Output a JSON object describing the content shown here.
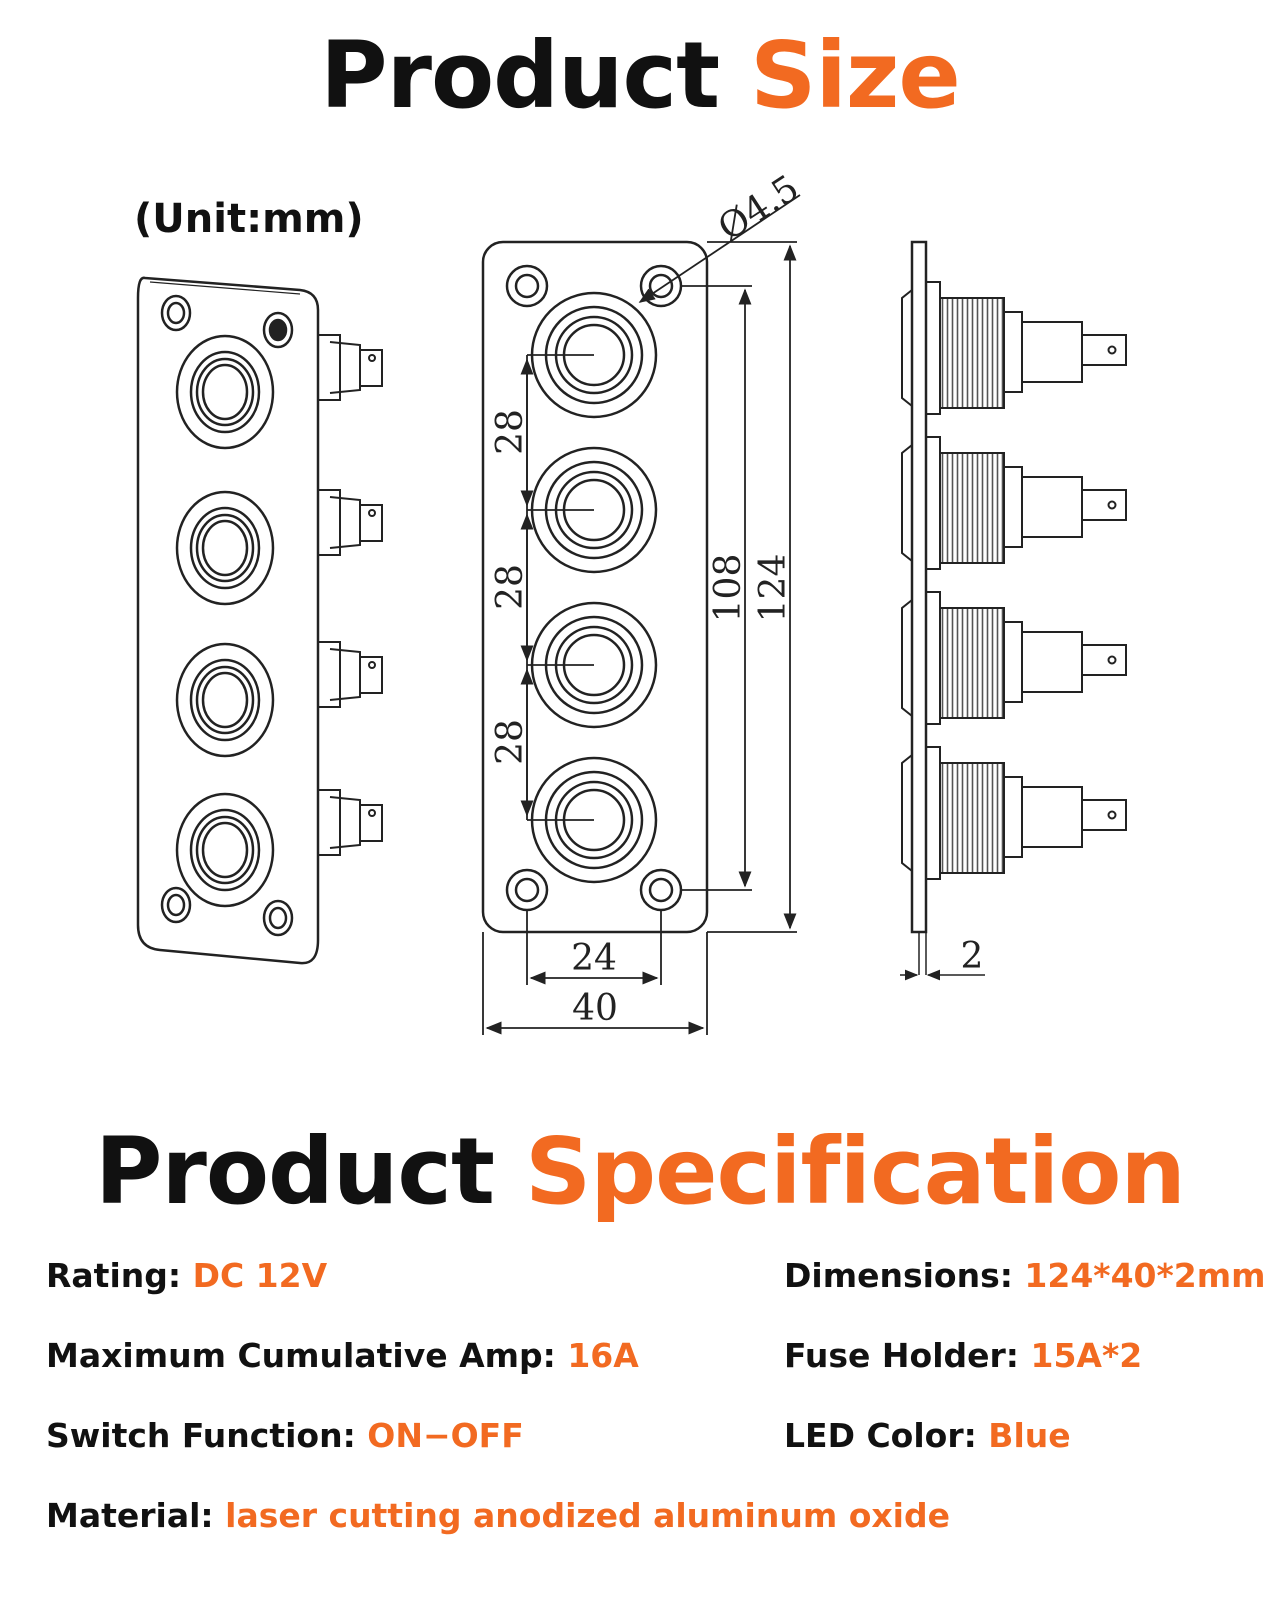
{
  "headings": {
    "size": {
      "word1": "Product",
      "word2": "Size"
    },
    "spec": {
      "word1": "Product",
      "word2": "Specification"
    }
  },
  "unit_label": "(Unit:mm)",
  "dimensions_drawing": {
    "hole_diameter": "Ø4.5",
    "spacing_1": "28",
    "spacing_2": "28",
    "spacing_3": "28",
    "hole_pitch_vertical": "108",
    "overall_height": "124",
    "hole_pitch_horizontal": "24",
    "overall_width": "40",
    "thickness": "2"
  },
  "specs": {
    "rating": {
      "label": "Rating:",
      "value": "DC 12V"
    },
    "max_amp": {
      "label": "Maximum Cumulative Amp:",
      "value": "16A"
    },
    "switch_function": {
      "label": "Switch Function:",
      "value": "ON−OFF"
    },
    "material": {
      "label": "Material:",
      "value": "laser cutting anodized aluminum oxide"
    },
    "dimensions": {
      "label": "Dimensions:",
      "value": "124*40*2mm"
    },
    "fuse_holder": {
      "label": "Fuse Holder:",
      "value": "15A*2"
    },
    "led_color": {
      "label": "LED Color:",
      "value": "Blue"
    }
  },
  "colors": {
    "accent": "#f26a21",
    "text": "#111111",
    "line": "#222222"
  }
}
